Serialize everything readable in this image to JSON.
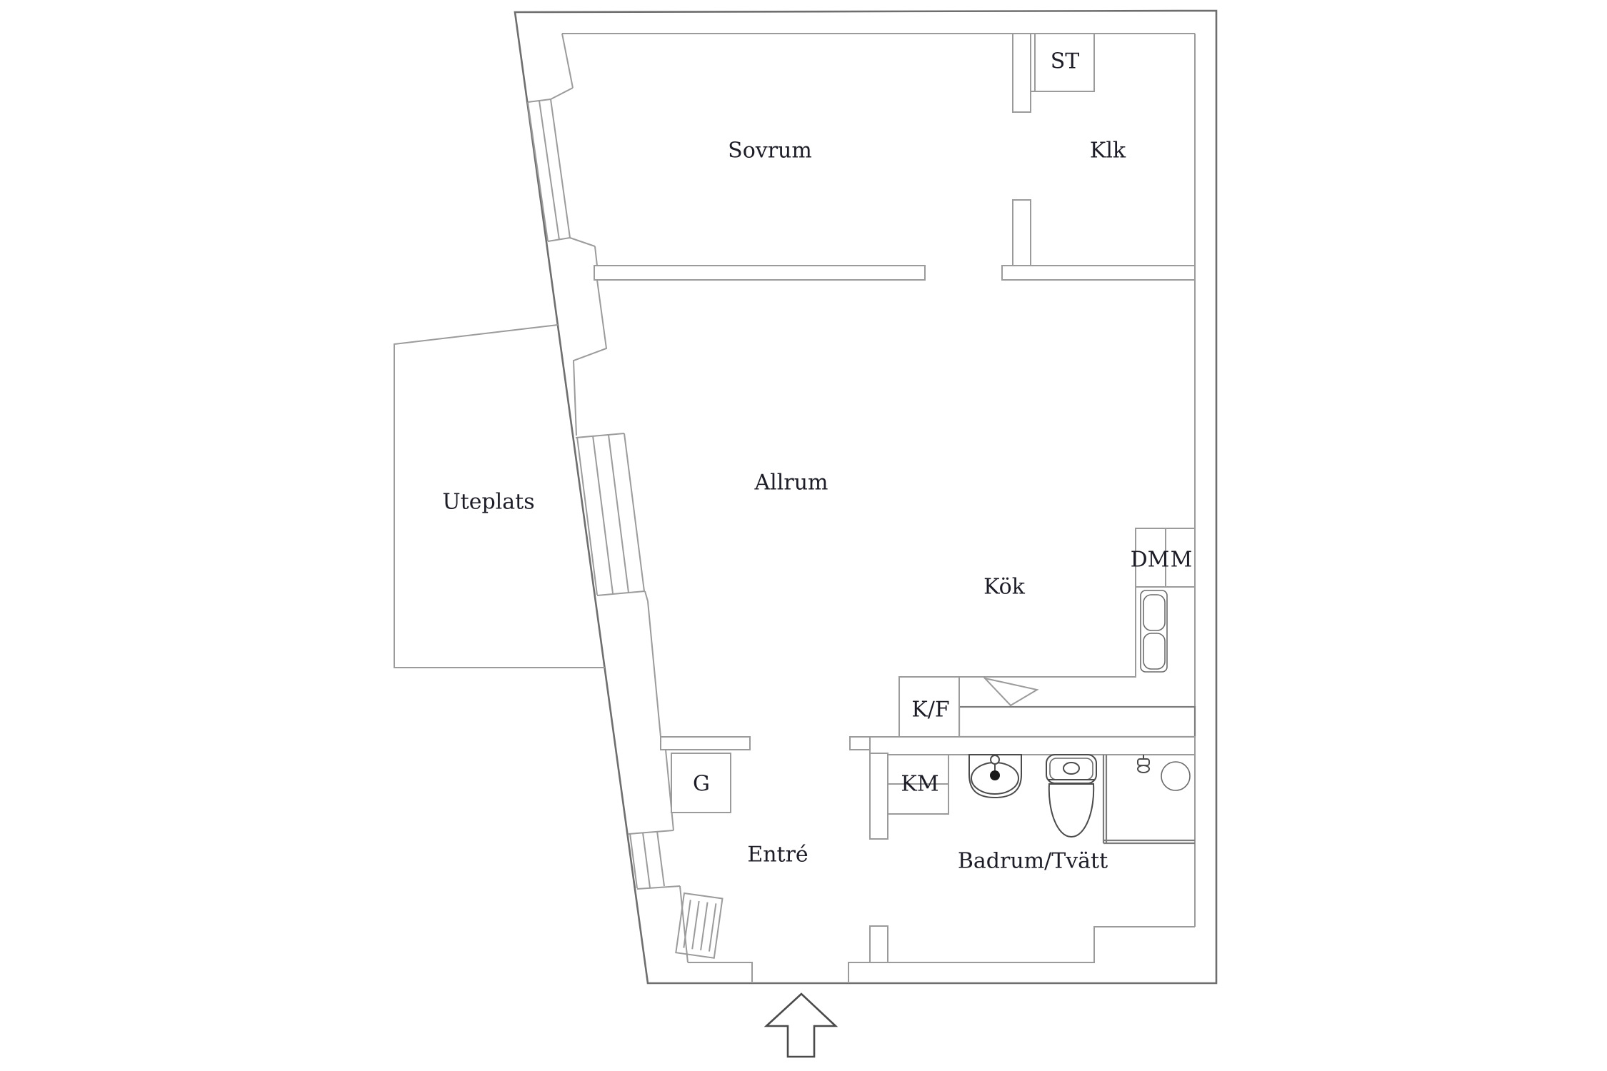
{
  "rooms": {
    "sovrum": {
      "label": "Sovrum"
    },
    "klk": {
      "label": "Klk"
    },
    "allrum": {
      "label": "Allrum"
    },
    "uteplats": {
      "label": "Uteplats"
    },
    "kok": {
      "label": "Kök"
    },
    "entre": {
      "label": "Entré"
    },
    "badrum": {
      "label": "Badrum/Tvätt"
    }
  },
  "fixtures": {
    "st": {
      "label": "ST"
    },
    "dm": {
      "label": "DM"
    },
    "m": {
      "label": "M"
    },
    "kf": {
      "label": "K/F"
    },
    "km": {
      "label": "KM"
    },
    "g": {
      "label": "G"
    }
  },
  "arrow": {
    "meaning": "entrance-direction",
    "direction": "up"
  },
  "colors": {
    "line": "#9b9b9b",
    "outline": "#6e6e6e",
    "fixture": "#4b4b4b",
    "text": "#1c1c26",
    "dark": "#1a1a1a"
  }
}
